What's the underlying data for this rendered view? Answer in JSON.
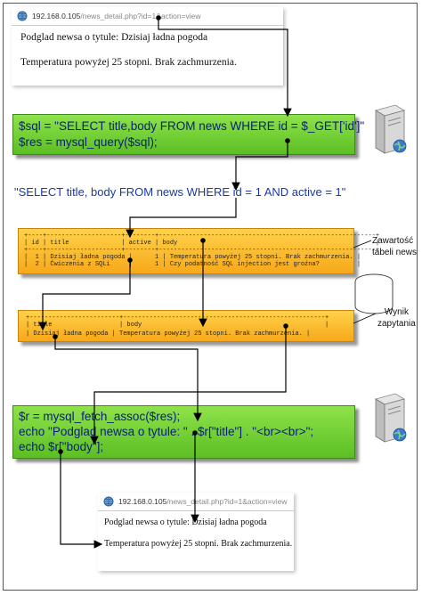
{
  "top_browser": {
    "url_host": "192.168.0.105",
    "url_rest": "/news_detail.php?id=1&action=view",
    "line1": "Podglad newsa o tytule: Dzisiaj ładna pogoda",
    "line2": "Temperatura powyżej 25 stopni. Brak zachmurzenia."
  },
  "php_block_1": {
    "line1": "$sql = \"SELECT title,body FROM news WHERE id = $_GET['id']\"",
    "line2": "$res = mysql_query($sql);"
  },
  "sql_query": "\"SELECT title, body FROM news WHERE id = 1 AND active = 1\"",
  "table_news": {
    "label_line1": "Zawartość",
    "label_line2": "tabeli news",
    "rows": [
      "+----+--------------------+--------+--------------------------------------+",
      "| id | title              | active | body                                 |",
      "+----+--------------------+--------+--------------------------------------+",
      "|  1 | Dzisiaj ładna pogoda |      1 | Temperatura powyżej 25 stopni. Brak zachmurzenia. |",
      "|  2 | Ćwiczenia z SQLi   |      1 | Czy podatność SQL injection jest groźna? |",
      "+----+--------------------+--------+--------------------------------------+"
    ]
  },
  "table_result": {
    "label_line1": "Wynik",
    "label_line2": "zapytania",
    "rows": [
      "+--------------------+----------------------------------------------------+",
      "| title              | body                                               |",
      "+--------------------+----------------------------------------------------+",
      "| Dzisiaj ładna pogoda | Temperatura powyżej 25 stopni. Brak zachmurzenia. |",
      "+--------------------+----------------------------------------------------+"
    ]
  },
  "php_block_2": {
    "line1": "$r = mysql_fetch_assoc($res);",
    "line2": "echo \"Podglad newsa o tytule: \" . $r[\"title\"] . \"<br><br>\";",
    "line3": "echo $r[\"body\"];"
  },
  "bottom_browser": {
    "url_host": "192.168.0.105",
    "url_rest": "/news_detail.php?id=1&action=view",
    "line1": "Podglad newsa o tytule: Dzisiaj ładna pogoda",
    "line2": "Temperatura powyżej 25 stopni. Brak zachmurzenia."
  },
  "icons": [
    "globe-icon",
    "server-icon",
    "database-icon"
  ]
}
